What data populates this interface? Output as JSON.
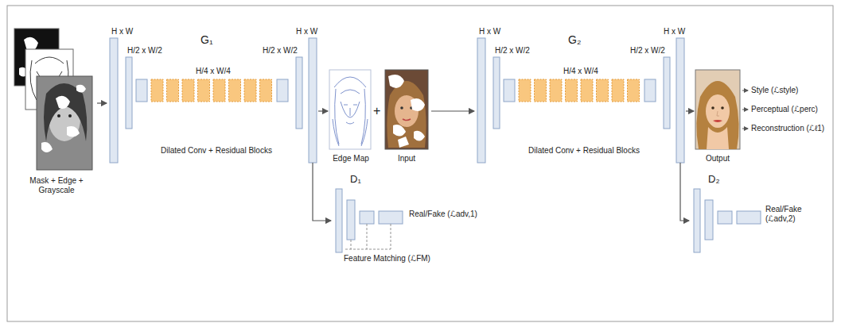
{
  "diagram": {
    "nodes": [
      {
        "text": [
          "Mask + Edge + Grayscale"
        ]
      },
      {
        "text": [
          "G₁",
          "Dilated Conv + Residual Blocks"
        ]
      },
      {
        "text": [
          "Edge Map"
        ]
      },
      {
        "text": [
          "Input"
        ]
      },
      {
        "text": [
          "G₂",
          "Dilated Conv + Residual Blocks"
        ]
      },
      {
        "text": [
          "Output"
        ]
      },
      {
        "text": [
          "D₁",
          "Real/Fake (ℒadv,1)",
          "Feature Matching (ℒFM)"
        ]
      },
      {
        "text": [
          "D₂",
          "Real/Fake (ℒadv,2)"
        ]
      }
    ],
    "edges": [
      {
        "from": 0,
        "to": 1,
        "arrow": "to"
      },
      {
        "from": 1,
        "to": 2,
        "arrow": "to"
      },
      {
        "from": 1,
        "to": 6,
        "arrow": "to"
      },
      {
        "from": 3,
        "to": 4,
        "arrow": "to"
      },
      {
        "from": 4,
        "to": 5,
        "arrow": "to"
      },
      {
        "from": 4,
        "to": 7,
        "arrow": "to"
      }
    ],
    "labels": [
      "H x W",
      "H/2 x W/2",
      "H/4 x W/4",
      "H/2 x W/2",
      "H x W",
      "+",
      "H x W",
      "H/2 x W/2",
      "H/4 x W/4",
      "H/2 x W/2",
      "H x W",
      "Style (ℒstyle)",
      "Perceptual (ℒperc)",
      "Reconstruction (ℒℓ1)"
    ]
  }
}
